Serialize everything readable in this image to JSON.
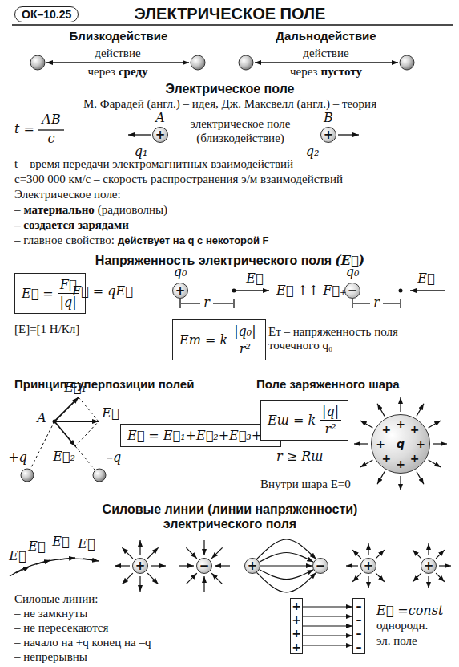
{
  "diagram": {
    "title": "ЭЛЕКТРИЧЕСКОЕ ПОЛЕ",
    "nodes": [
      {
        "text": [
          "ОК–10.25"
        ]
      },
      {
        "text": [
          "+"
        ]
      },
      {
        "text": [
          "+"
        ]
      },
      {
        "text": [
          "E⃗ =",
          "F⃗",
          "|q|"
        ]
      },
      {
        "text": [
          "+"
        ]
      },
      {
        "text": [
          "−"
        ]
      },
      {
        "text": [
          "Eт = k",
          "|q₀|",
          "r²"
        ]
      },
      {
        "text": [
          "E⃗ = E⃗₁+E⃗₂+E⃗₃+..."
        ]
      },
      {
        "text": [
          "Eш = k",
          "|q|",
          "r²"
        ]
      },
      {
        "text": [
          "+",
          "+",
          "+",
          "+",
          "+",
          "+",
          "+",
          "+",
          "q"
        ]
      },
      {
        "text": [
          "+"
        ]
      },
      {
        "text": [
          "−"
        ]
      },
      {
        "text": [
          "+"
        ]
      },
      {
        "text": [
          "−"
        ]
      },
      {
        "text": [
          "+"
        ]
      },
      {
        "text": [
          "+"
        ]
      },
      {
        "text": [
          "+",
          "+",
          "+",
          "+"
        ]
      },
      {
        "text": [
          "–",
          "–",
          "–",
          "–"
        ]
      }
    ],
    "edges": [
      {
        "from": 12,
        "to": 13,
        "arrow": "to"
      },
      {
        "from": 12,
        "to": 13,
        "arrow": "to"
      },
      {
        "from": 12,
        "to": 13,
        "arrow": "to"
      },
      {
        "from": 12,
        "to": 13,
        "arrow": "to"
      },
      {
        "from": 12,
        "to": 13,
        "arrow": "to"
      },
      {
        "from": 16,
        "to": 17,
        "arrow": "to"
      },
      {
        "from": 16,
        "to": 17,
        "arrow": "to"
      },
      {
        "from": 16,
        "to": 17,
        "arrow": "to"
      },
      {
        "from": 16,
        "to": 17,
        "arrow": "to"
      },
      {
        "from": 16,
        "to": 17,
        "arrow": "to"
      }
    ],
    "labels": [
      "Близкодействие",
      "действие",
      "через",
      "среду",
      "Дальнодействие",
      "действие",
      "через",
      "пустоту",
      "Электрическое поле",
      "М. Фарадей (англ.) – идея, Дж. Максвелл (англ.) – теория",
      "t =",
      "AB",
      "c",
      "A",
      "q₁",
      "электрическое поле",
      "(близкодействие)",
      "B",
      "q₂",
      "t – время передачи электромагнитных взаимодействий",
      "c=300 000 км/с – скорость распространения э/м взаимодействий",
      "Электрическое поле:",
      "–",
      "материально",
      "(радиоволны)",
      "– создается зарядами",
      "– главное свойство:",
      "действует на q с некоторой F",
      "Напряженность электрического поля",
      "(E⃗)",
      "F⃗ = qE⃗",
      "q₀",
      "E⃗",
      "r",
      "E⃗ ↑↑ F⃗₊",
      "q₀",
      "E⃗",
      "r",
      "[E]=[1 Н/Кл]",
      "Eт – напряженность поля точечного q₀",
      "Принцип суперпозиции полей",
      "A",
      "E⃗₁",
      "E⃗",
      "E⃗₂",
      "+q",
      "–q",
      "Поле заряженного шара",
      "r ≥ Rш",
      "Внутри шара E=0",
      "Силовые линии (линии напряженности)",
      "электрического поля",
      "E⃗",
      "E⃗",
      "E⃗",
      "E⃗",
      "Силовые линии:",
      "– не замкнуты",
      "– не пересекаются",
      "– начало на +q конец на –q",
      "– непрерывны",
      "E⃗ =const",
      "однородн.",
      "эл. поле"
    ]
  }
}
